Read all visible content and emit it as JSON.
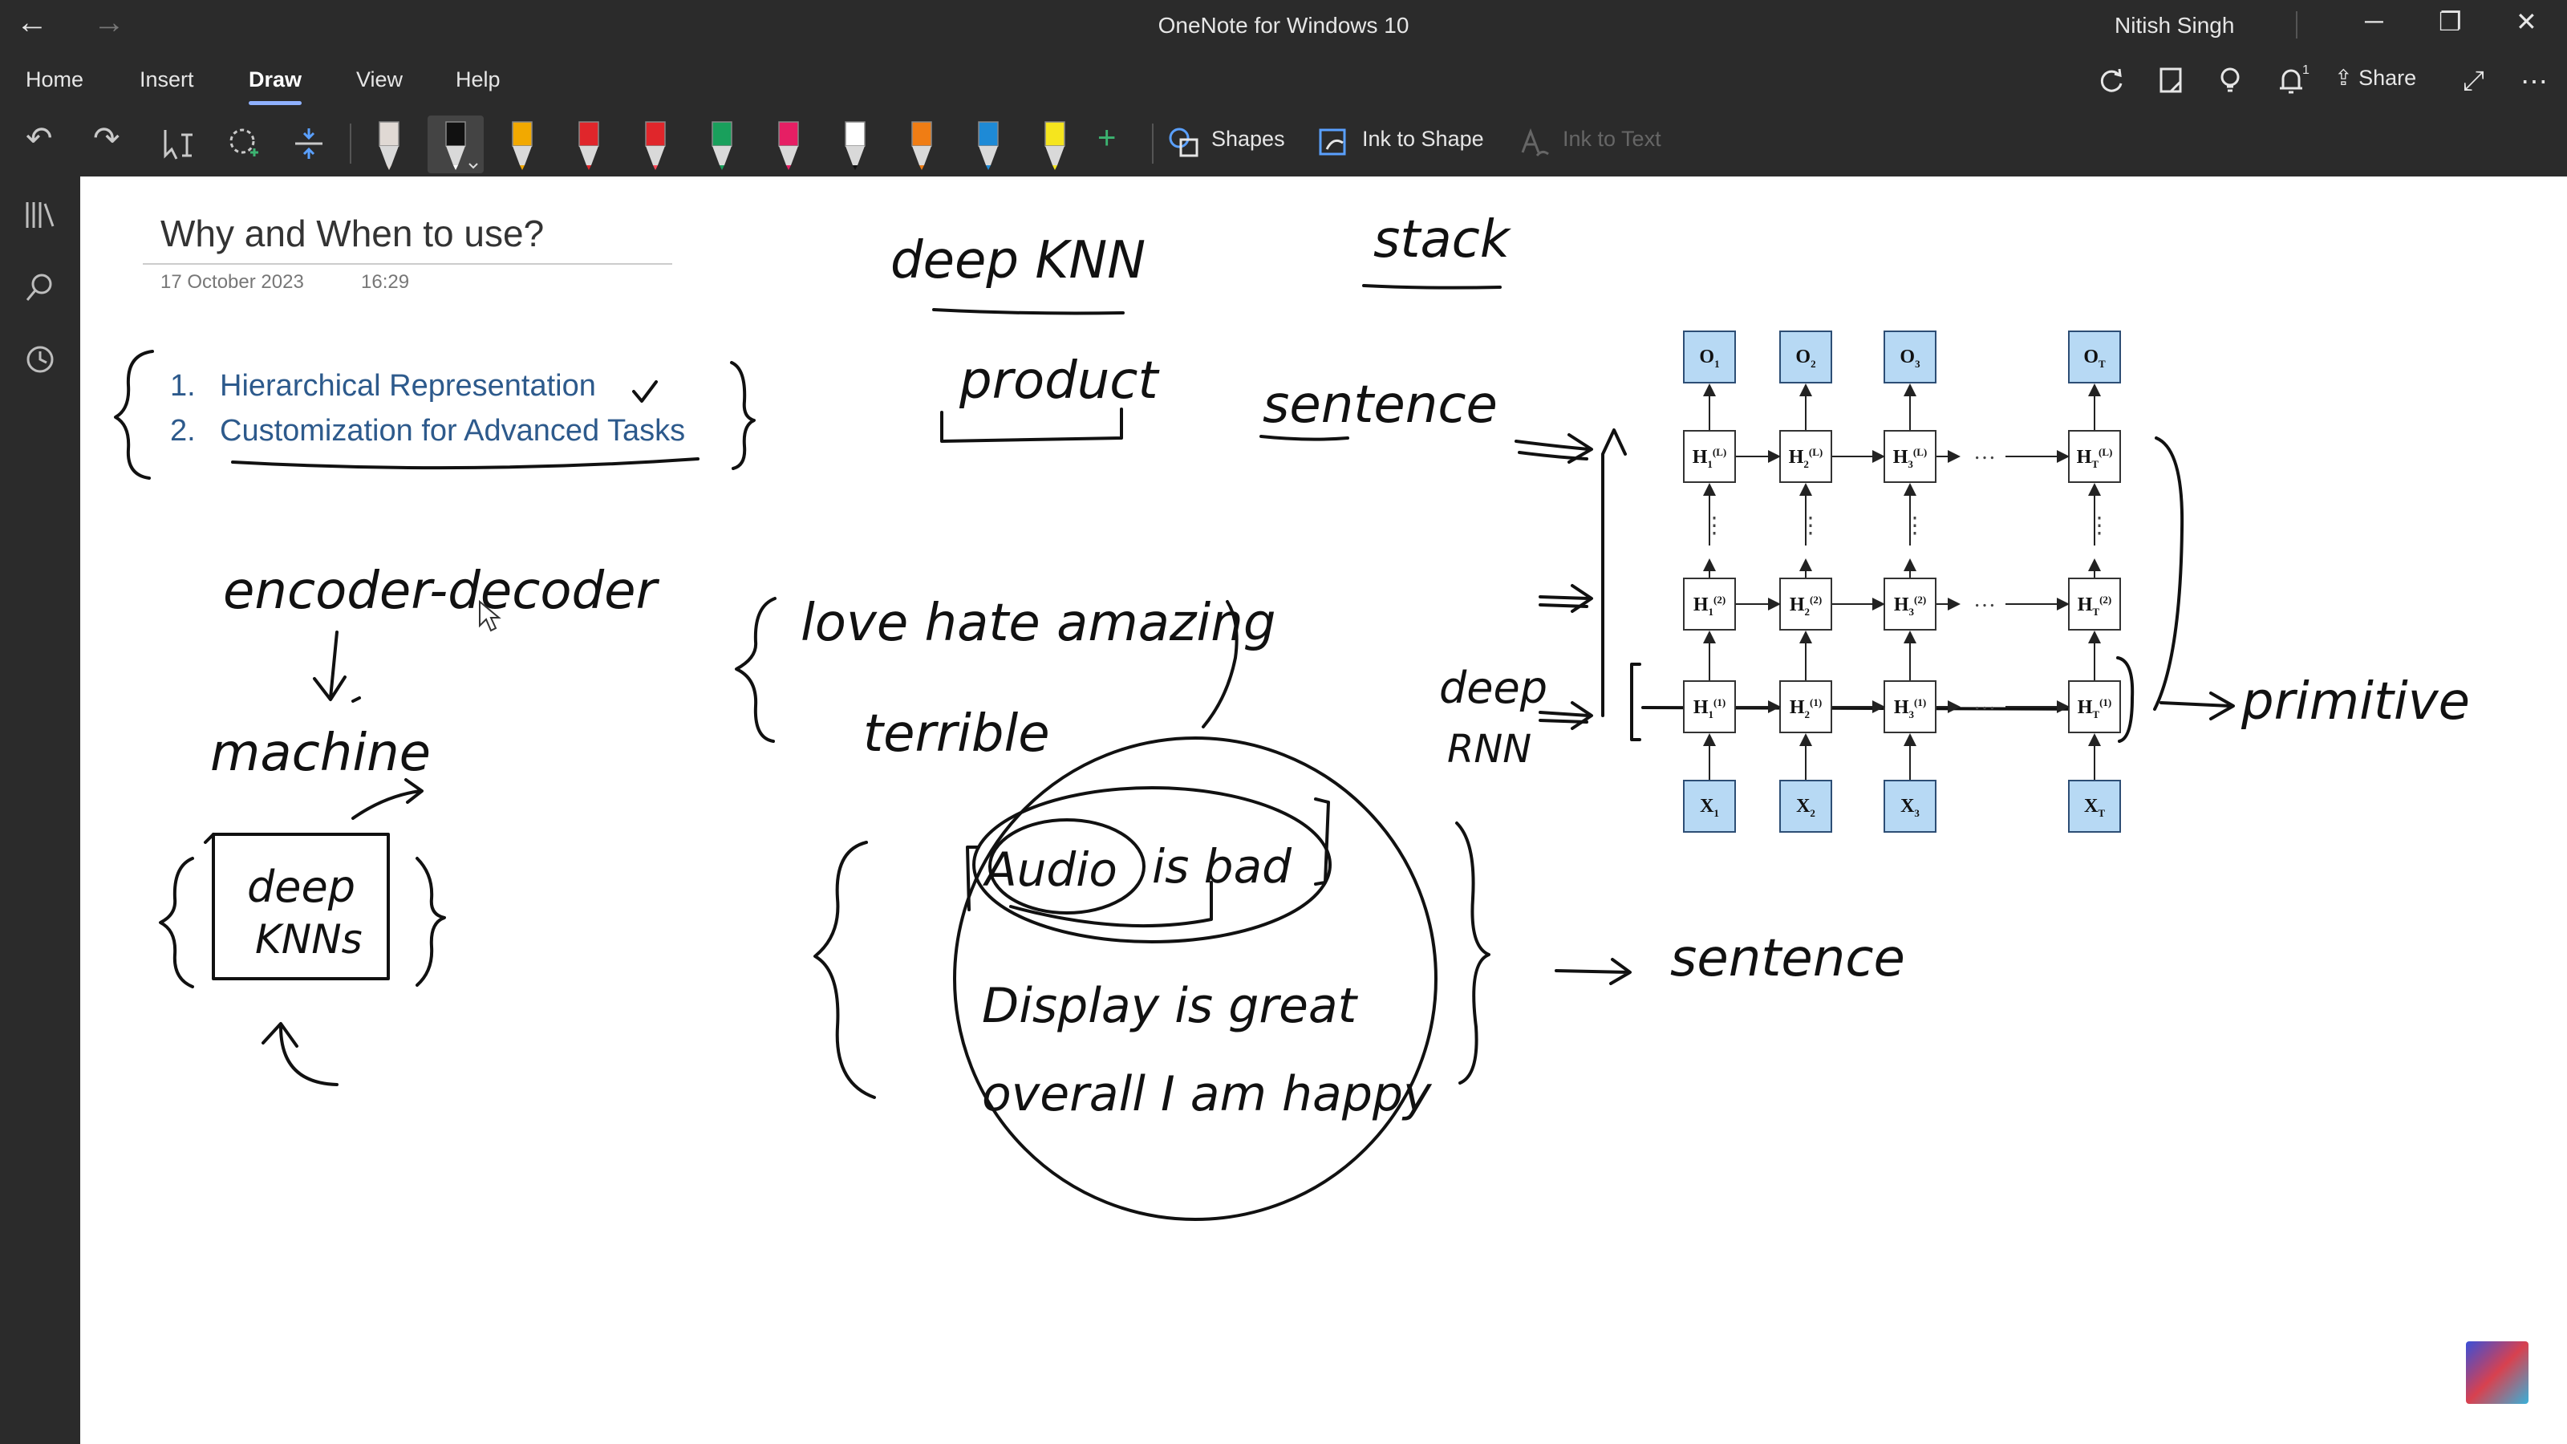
{
  "window": {
    "title": "OneNote for Windows 10",
    "user": "Nitish Singh",
    "back_glyph": "←",
    "forward_glyph": "→",
    "minimize_glyph": "─",
    "restore_glyph": "❐",
    "close_glyph": "✕"
  },
  "menu": {
    "items": [
      "Home",
      "Insert",
      "Draw",
      "View",
      "Help"
    ],
    "active": "Draw",
    "right_icons": [
      "sync-icon",
      "notebook-icon",
      "lightbulb-icon",
      "bell-icon"
    ],
    "notification_count": "1",
    "share_label": "Share",
    "share_glyph": "⇪",
    "expand_glyph": "⤢",
    "more_glyph": "⋯"
  },
  "toolbar": {
    "undo_glyph": "↶",
    "redo_glyph": "↷",
    "pens": [
      {
        "color": "#e0d9d4",
        "tip": "#e0d9d4",
        "name": "highlighter-white"
      },
      {
        "color": "#111111",
        "tip": "#ffffff",
        "name": "pen-black"
      },
      {
        "color": "#f2a900",
        "tip": "#f2a900",
        "name": "pen-yellow-orange"
      },
      {
        "color": "#e0262b",
        "tip": "#e0262b",
        "name": "pen-red"
      },
      {
        "color": "#e0262b",
        "tip": "#ff4c5a",
        "name": "highlighter-red"
      },
      {
        "color": "#19a05c",
        "tip": "#19a05c",
        "name": "pen-green"
      },
      {
        "color": "#e61f64",
        "tip": "#e61f64",
        "name": "pen-pink"
      },
      {
        "color": "#ffffff",
        "tip": "#111111",
        "name": "pen-white"
      },
      {
        "color": "#f07d14",
        "tip": "#f07d14",
        "name": "pen-orange"
      },
      {
        "color": "#1e8ad6",
        "tip": "#1e8ad6",
        "name": "pen-blue"
      },
      {
        "color": "#f5e51e",
        "tip": "#f5e51e",
        "name": "pen-yellow"
      }
    ],
    "add_glyph": "+",
    "shapes_label": "Shapes",
    "ink_to_shape_label": "Ink to Shape",
    "ink_to_text_label": "Ink to Text"
  },
  "page": {
    "title": "Why and When to use?",
    "date": "17 October 2023",
    "time": "16:29",
    "list": [
      {
        "num": "1.",
        "text": "Hierarchical Representation"
      },
      {
        "num": "2.",
        "text": "Customization for Advanced Tasks"
      }
    ]
  },
  "ink_notes": {
    "deep_knn": "deep KNN",
    "stack": "stack",
    "product": "product",
    "sentence": "sentence",
    "encoder_decoder": "encoder-decoder",
    "machine": "machine",
    "deep_knns_line1": "deep",
    "deep_knns_line2": "KNNs",
    "love_hate": "love hate amazing",
    "terrible": "terrible",
    "audio": "Audio",
    "is_bad": "is bad",
    "display": "Display is great",
    "overall": "overall I am happy",
    "deep": "deep",
    "rnn": "RNN",
    "primitive": "primitive",
    "senten": "sentence"
  },
  "rnn": {
    "cols": [
      "1",
      "2",
      "3",
      "T"
    ],
    "output": "O",
    "hidden": "H",
    "input": "X",
    "layer_top": "(L)",
    "layer_mid": "(2)",
    "layer_bottom": "(1)",
    "ellipsis": "…",
    "vellipsis": "⋮"
  }
}
